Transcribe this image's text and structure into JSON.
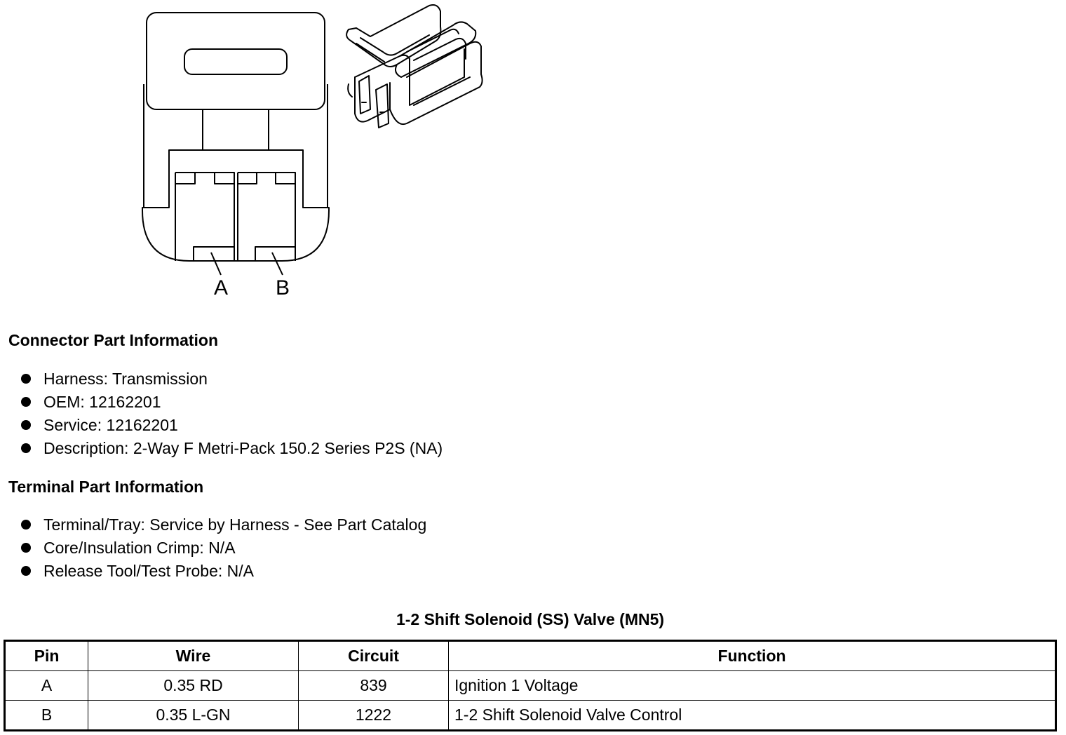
{
  "diagram": {
    "pin_labels": [
      "A",
      "B"
    ]
  },
  "connector_info": {
    "title": "Connector Part Information",
    "items": [
      "Harness: Transmission",
      "OEM: 12162201",
      "Service: 12162201",
      "Description: 2-Way F Metri-Pack 150.2 Series P2S (NA)"
    ]
  },
  "terminal_info": {
    "title": "Terminal Part Information",
    "items": [
      "Terminal/Tray: Service by Harness - See Part Catalog",
      "Core/Insulation Crimp: N/A",
      "Release Tool/Test Probe: N/A"
    ]
  },
  "pin_table": {
    "title": "1-2 Shift Solenoid (SS) Valve (MN5)",
    "headers": [
      "Pin",
      "Wire",
      "Circuit",
      "Function"
    ],
    "rows": [
      [
        "A",
        "0.35 RD",
        "839",
        "Ignition 1 Voltage"
      ],
      [
        "B",
        "0.35 L-GN",
        "1222",
        "1-2 Shift Solenoid Valve Control"
      ]
    ]
  }
}
